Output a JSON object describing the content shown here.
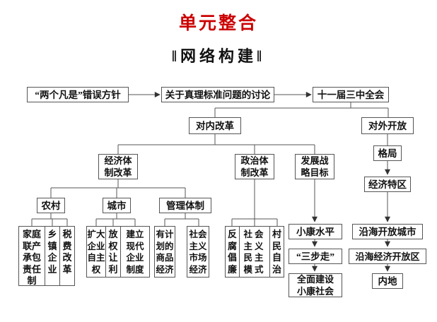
{
  "title": "单元整合",
  "subtitle": "‖网络构建‖",
  "colors": {
    "title_red": "#cc0000",
    "line_gray": "#555555",
    "text": "#111111"
  },
  "nodes": {
    "two_whatevers": "“两个凡是”错误方针",
    "truth_criterion": "关于真理标准问题的讨论",
    "third_plenum": "十一届三中全会",
    "internal_reform": "对内改革",
    "opening_up": "对外开放",
    "economic_system_reform": "经济体\n制改革",
    "political_system_reform": "政治体\n制改革",
    "development_strategy": "发展战\n略目标",
    "pattern": "格局",
    "special_economic_zone": "经济特区",
    "rural": "农村",
    "urban": "城市",
    "management_system": "管理体制",
    "household_responsibility": "家庭\n联产\n承包\n责任\n制",
    "township_enterprises": "乡\n镇\n企\n业",
    "tax_fee_reform": "税\n费\n改\n革",
    "expand_enterprise_autonomy": "扩大\n企业\n自主\n权",
    "delegate_power_profit": "放\n权\n让\n利",
    "modern_enterprise_system": "建立\n现代\n企业\n制度",
    "planned_commodity_economy": "有计\n划的\n商品\n经济",
    "socialist_market_economy": "社会\n主义\n市场\n经济",
    "anti_corruption": "反\n腐\n倡\n廉",
    "socialist_democracy_model": "社会\n主义\n民主\n模式",
    "villager_autonomy": "村\n民\n自\n治",
    "xiaokang_level": "小康水平",
    "three_steps": "“三步走”",
    "build_xiaokang_society": "全面建设\n小康社会",
    "coastal_open_cities": "沿海开放城市",
    "coastal_economic_open_zones": "沿海经济开放区",
    "inland": "内地"
  },
  "edges": [
    {
      "from": "two_whatevers",
      "to": "truth_criterion",
      "arrow": true
    },
    {
      "from": "truth_criterion",
      "to": "third_plenum",
      "arrow": true
    },
    {
      "from": "third_plenum",
      "to": "internal_reform",
      "arrow": false
    },
    {
      "from": "third_plenum",
      "to": "opening_up",
      "arrow": false
    },
    {
      "from": "internal_reform",
      "to": "economic_system_reform",
      "arrow": false
    },
    {
      "from": "internal_reform",
      "to": "political_system_reform",
      "arrow": false
    },
    {
      "from": "internal_reform",
      "to": "development_strategy",
      "arrow": false
    },
    {
      "from": "opening_up",
      "to": "pattern",
      "arrow": false
    },
    {
      "from": "pattern",
      "to": "special_economic_zone",
      "arrow": true
    },
    {
      "from": "economic_system_reform",
      "to": "rural",
      "arrow": false
    },
    {
      "from": "economic_system_reform",
      "to": "urban",
      "arrow": false
    },
    {
      "from": "economic_system_reform",
      "to": "management_system",
      "arrow": false
    },
    {
      "from": "rural",
      "to": "household_responsibility",
      "arrow": false
    },
    {
      "from": "rural",
      "to": "township_enterprises",
      "arrow": false
    },
    {
      "from": "rural",
      "to": "tax_fee_reform",
      "arrow": false
    },
    {
      "from": "urban",
      "to": "expand_enterprise_autonomy",
      "arrow": false
    },
    {
      "from": "urban",
      "to": "delegate_power_profit",
      "arrow": false
    },
    {
      "from": "urban",
      "to": "modern_enterprise_system",
      "arrow": false
    },
    {
      "from": "management_system",
      "to": "planned_commodity_economy",
      "arrow": false
    },
    {
      "from": "management_system",
      "to": "socialist_market_economy",
      "arrow": false
    },
    {
      "from": "political_system_reform",
      "to": "anti_corruption",
      "arrow": false
    },
    {
      "from": "political_system_reform",
      "to": "socialist_democracy_model",
      "arrow": false
    },
    {
      "from": "political_system_reform",
      "to": "villager_autonomy",
      "arrow": false
    },
    {
      "from": "development_strategy",
      "to": "xiaokang_level",
      "arrow": true
    },
    {
      "from": "xiaokang_level",
      "to": "three_steps",
      "arrow": true
    },
    {
      "from": "three_steps",
      "to": "build_xiaokang_society",
      "arrow": true
    },
    {
      "from": "special_economic_zone",
      "to": "coastal_open_cities",
      "arrow": true
    },
    {
      "from": "coastal_open_cities",
      "to": "coastal_economic_open_zones",
      "arrow": true
    },
    {
      "from": "coastal_economic_open_zones",
      "to": "inland",
      "arrow": true
    }
  ]
}
